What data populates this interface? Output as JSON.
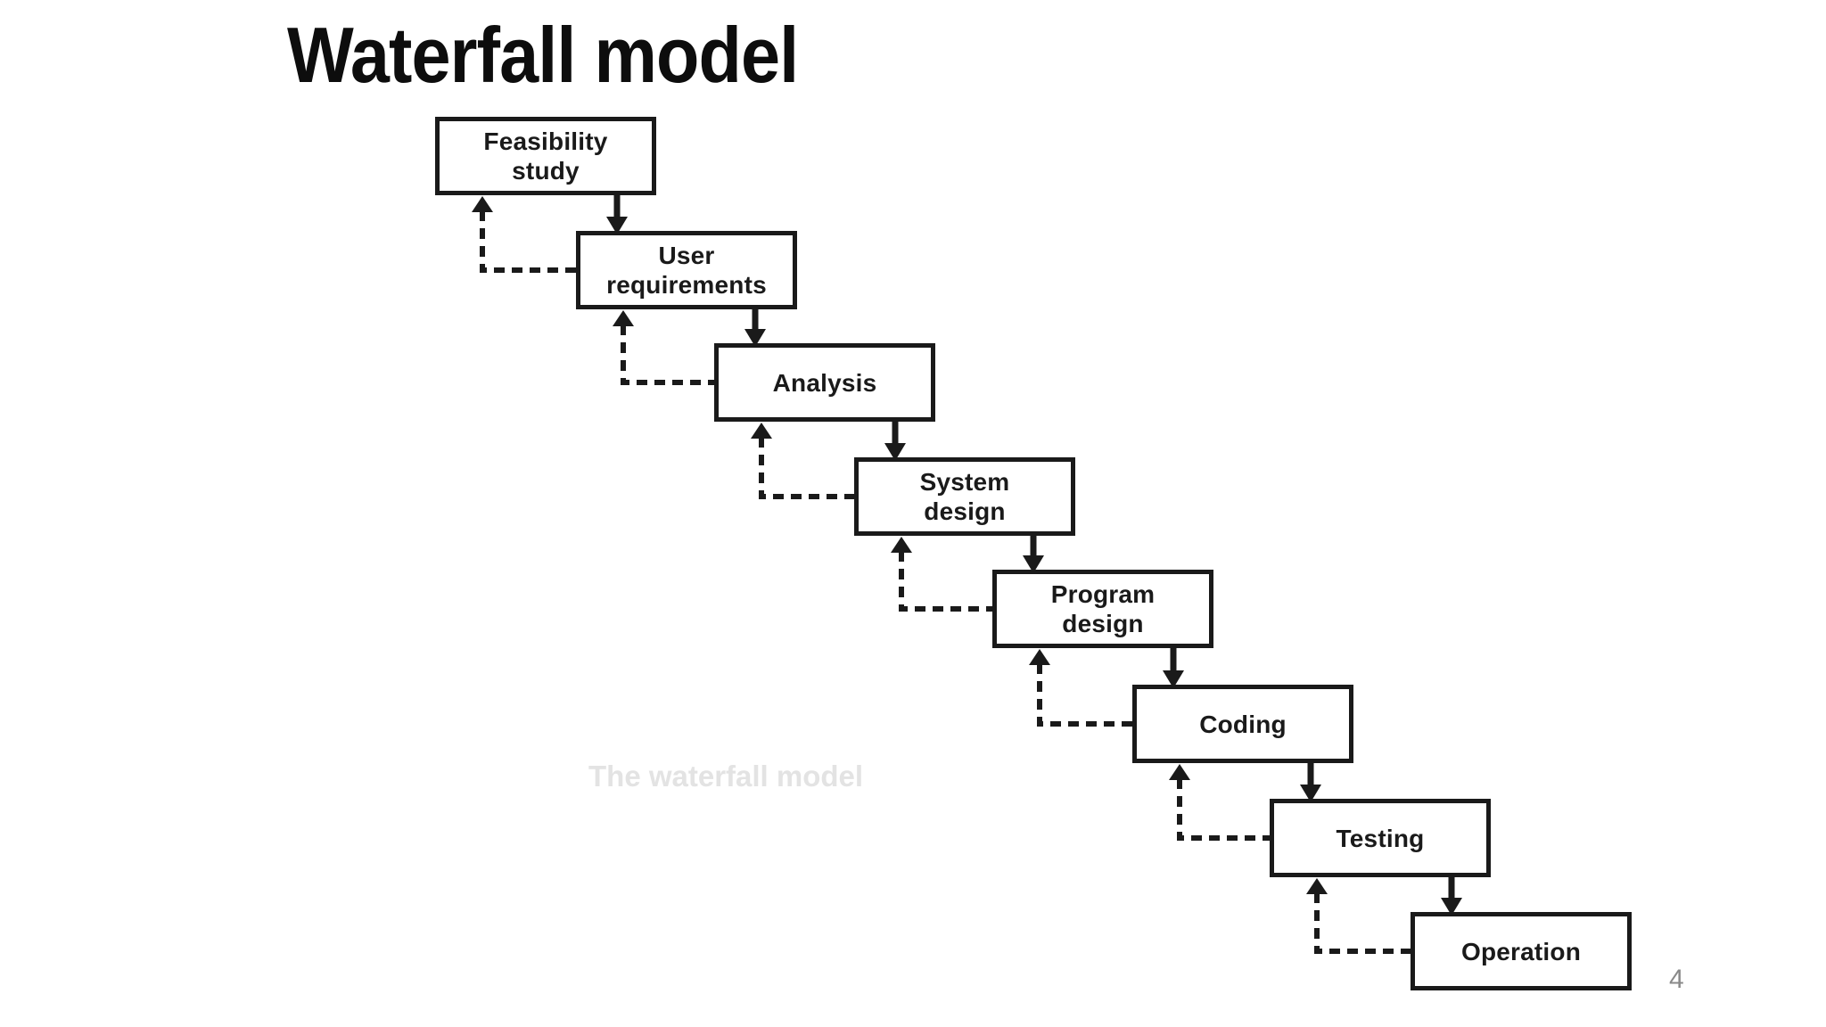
{
  "slide": {
    "title": "Waterfall model",
    "watermark": "The waterfall model",
    "page_number": "4"
  },
  "diagram": {
    "stages": [
      {
        "id": "feasibility-study",
        "label": "Feasibility study",
        "lines": [
          "Feasibility",
          "study"
        ]
      },
      {
        "id": "user-requirements",
        "label": "User requirements",
        "lines": [
          "User",
          "requirements"
        ]
      },
      {
        "id": "analysis",
        "label": "Analysis",
        "lines": [
          "Analysis"
        ]
      },
      {
        "id": "system-design",
        "label": "System design",
        "lines": [
          "System",
          "design"
        ]
      },
      {
        "id": "program-design",
        "label": "Program design",
        "lines": [
          "Program",
          "design"
        ]
      },
      {
        "id": "coding",
        "label": "Coding",
        "lines": [
          "Coding"
        ]
      },
      {
        "id": "testing",
        "label": "Testing",
        "lines": [
          "Testing"
        ]
      },
      {
        "id": "operation",
        "label": "Operation",
        "lines": [
          "Operation"
        ]
      }
    ],
    "forward_arrow_style": "solid",
    "feedback_arrow_style": "dashed"
  },
  "colors": {
    "background": "#ffffff",
    "ink": "#1a1a1a",
    "title": "#0d0d0d",
    "watermark": "#e3e3e3",
    "page_number": "#8a8a8a"
  }
}
